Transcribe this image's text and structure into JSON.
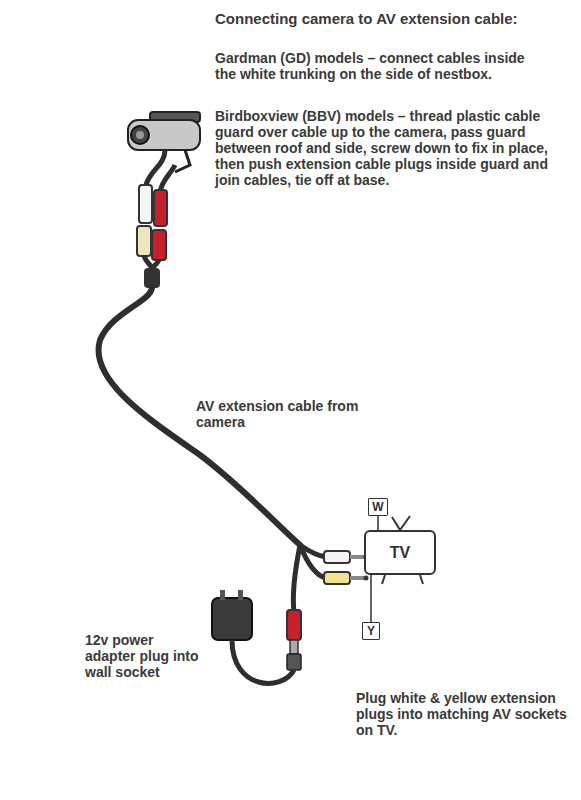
{
  "diagram": {
    "title": "Connecting camera to AV extension cable:",
    "nodes": [
      {
        "text": [
          "W"
        ]
      },
      {
        "text": [
          "TV"
        ]
      },
      {
        "text": [
          "Y"
        ]
      }
    ],
    "edges": [
      {
        "from": 0,
        "to": 1,
        "arrow": "none"
      },
      {
        "from": 2,
        "to": 1,
        "arrow": "none"
      }
    ],
    "labels": [
      "Gardman (GD) models – connect cables inside the white trunking on the side of nestbox.",
      "Birdboxview (BBV) models – thread plastic cable guard over cable up to the camera, pass guard between roof and side, screw down to fix in place, then push extension cable plugs inside guard and join cables, tie off at base.",
      "AV extension cable from camera",
      "12v power adapter plug into wall socket",
      "Plug white & yellow extension plugs into matching AV sockets on TV."
    ]
  }
}
